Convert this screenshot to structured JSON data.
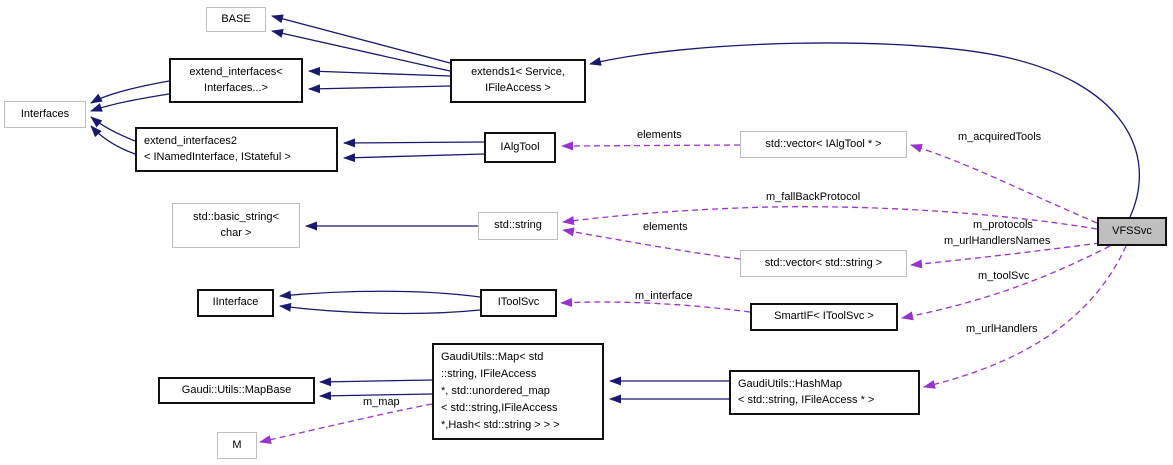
{
  "diagram": {
    "nodes": {
      "base": {
        "label": "BASE"
      },
      "extend_interfaces": {
        "label": "extend_interfaces<\nInterfaces...>"
      },
      "interfaces": {
        "label": "Interfaces"
      },
      "extend_interfaces2": {
        "label": "extend_interfaces2\n< INamedInterface, IStateful >"
      },
      "extends1": {
        "label": "extends1< Service,\nIFileAccess >"
      },
      "ialgtool": {
        "label": "IAlgTool"
      },
      "vector_ialgtool": {
        "label": "std::vector< IAlgTool * >"
      },
      "basic_string": {
        "label": "std::basic_string<\nchar >"
      },
      "std_string": {
        "label": "std::string"
      },
      "vector_string": {
        "label": "std::vector< std::string >"
      },
      "iinterface": {
        "label": "IInterface"
      },
      "itoolsvc": {
        "label": "IToolSvc"
      },
      "smartif": {
        "label": "SmartIF< IToolSvc >"
      },
      "gaudi_map": {
        "label": "GaudiUtils::Map< std\n::string, IFileAccess\n *, std::unordered_map\n< std::string,IFileAccess\n *,Hash< std::string > > >"
      },
      "hashmap": {
        "label": "GaudiUtils::HashMap\n< std::string, IFileAccess * >"
      },
      "mapbase": {
        "label": "Gaudi::Utils::MapBase"
      },
      "m": {
        "label": "M"
      },
      "vfssvc": {
        "label": "VFSSvc"
      }
    },
    "edge_labels": {
      "elements_ialgtool": "elements",
      "m_acquiredTools": "m_acquiredTools",
      "m_fallBackProtocol": "m_fallBackProtocol",
      "elements_string": "elements",
      "m_protocols": "m_protocols",
      "m_urlHandlersNames": "m_urlHandlersNames",
      "m_toolSvc": "m_toolSvc",
      "m_interface": "m_interface",
      "m_urlHandlers": "m_urlHandlers",
      "m_map": "m_map"
    },
    "colors": {
      "inheritance_edge": "#191970",
      "usage_edge": "#9a32cd",
      "highlight_fill": "#bfbfbf",
      "border_documented": "#111111",
      "border_external": "#bfbfbf"
    }
  }
}
